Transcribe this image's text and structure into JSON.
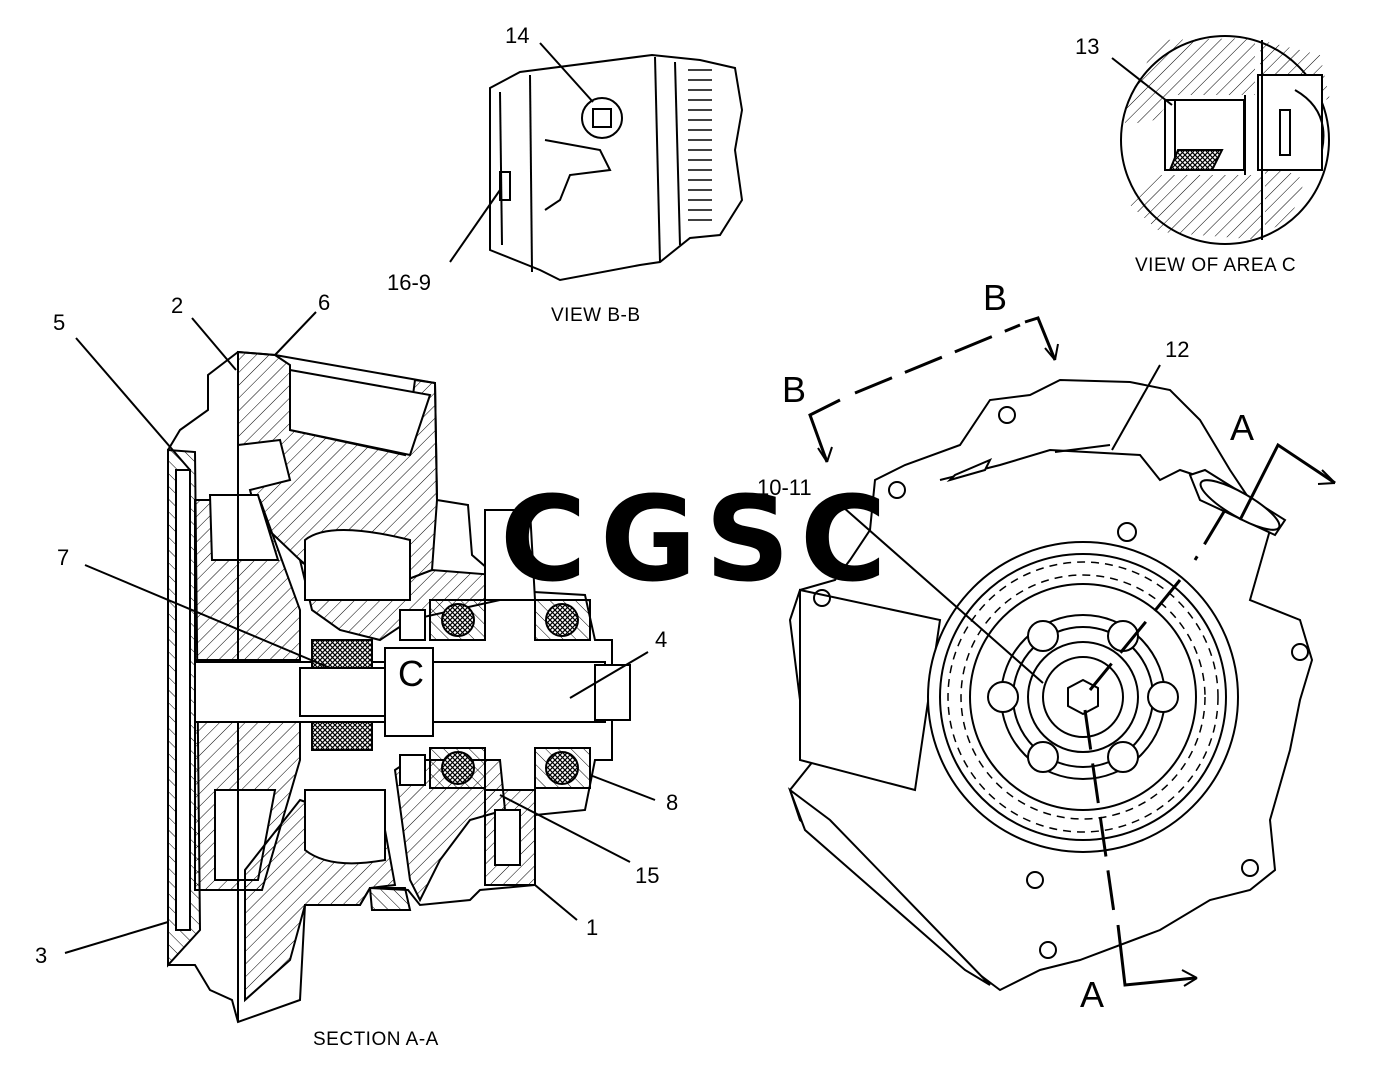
{
  "watermark": {
    "letters": [
      {
        "char": "C",
        "color": "#5b9cf5"
      },
      {
        "char": "G",
        "color": "#f08a80"
      },
      {
        "char": "S",
        "color": "#f6d55a"
      },
      {
        "char": "C",
        "color": "#4fae84"
      }
    ]
  },
  "callouts": {
    "n1": "1",
    "n2": "2",
    "n3": "3",
    "n4": "4",
    "n5": "5",
    "n6": "6",
    "n7": "7",
    "n8": "8",
    "n10_11": "10-11",
    "n12": "12",
    "n13": "13",
    "n14": "14",
    "n15": "15",
    "n16_9": "16-9"
  },
  "view_letters": {
    "a_top": "A",
    "a_bottom": "A",
    "b_left": "B",
    "b_top": "B",
    "c_detail": "C"
  },
  "captions": {
    "section_aa": "SECTION A-A",
    "view_bb": "VIEW B-B",
    "view_area_c": "VIEW OF AREA C"
  }
}
